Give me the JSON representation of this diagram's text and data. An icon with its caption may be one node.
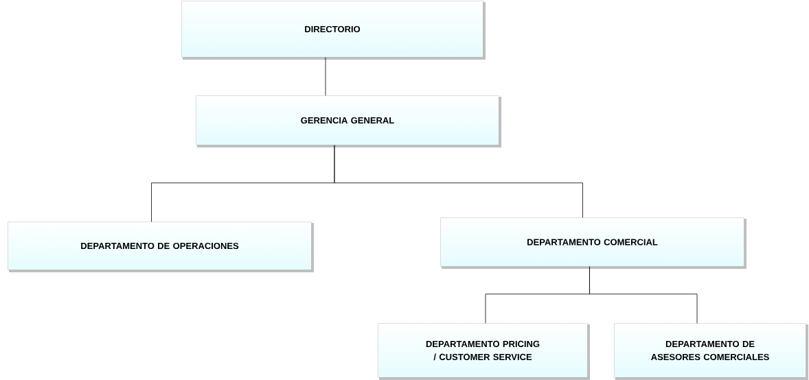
{
  "diagram": {
    "nodes": [
      {
        "text": [
          "DIRECTORIO"
        ]
      },
      {
        "text": [
          "GERENCIA GENERAL"
        ]
      },
      {
        "text": [
          "DEPARTAMENTO DE OPERACIONES"
        ]
      },
      {
        "text": [
          "DEPARTAMENTO COMERCIAL"
        ]
      },
      {
        "text": [
          "DEPARTAMENTO PRICING / CUSTOMER SERVICE"
        ]
      },
      {
        "text": [
          "DEPARTAMENTO DE ASESORES COMERCIALES"
        ]
      }
    ],
    "edges": [
      {
        "from": 0,
        "to": 1,
        "arrow": "none"
      },
      {
        "from": 1,
        "to": 2,
        "arrow": "none"
      },
      {
        "from": 1,
        "to": 3,
        "arrow": "none"
      },
      {
        "from": 3,
        "to": 4,
        "arrow": "none"
      },
      {
        "from": 3,
        "to": 5,
        "arrow": "none"
      }
    ]
  }
}
